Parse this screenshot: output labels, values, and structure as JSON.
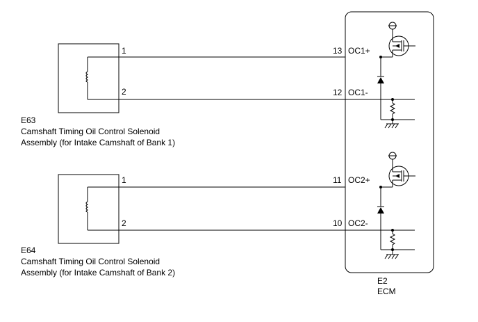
{
  "components": {
    "e63": {
      "code": "E63",
      "name_line1": "Camshaft Timing Oil Control Solenoid",
      "name_line2": "Assembly (for Intake Camshaft of Bank 1)",
      "pin1": "1",
      "pin2": "2"
    },
    "e64": {
      "code": "E64",
      "name_line1": "Camshaft Timing Oil Control Solenoid",
      "name_line2": "Assembly (for Intake Camshaft of Bank 2)",
      "pin1": "1",
      "pin2": "2"
    },
    "ecm": {
      "code": "E2",
      "name": "ECM",
      "pins": [
        {
          "num": "13",
          "label": "OC1+"
        },
        {
          "num": "12",
          "label": "OC1-"
        },
        {
          "num": "11",
          "label": "OC2+"
        },
        {
          "num": "10",
          "label": "OC2-"
        }
      ]
    }
  }
}
